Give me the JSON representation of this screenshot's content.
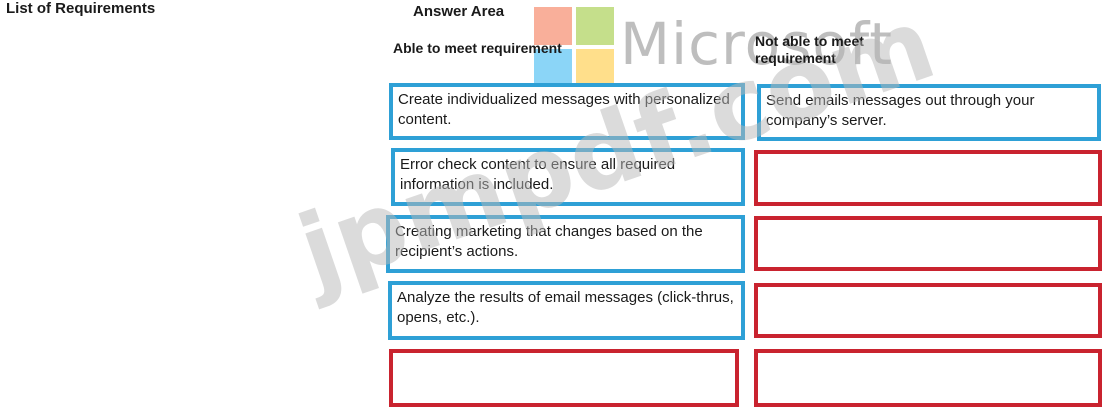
{
  "list_title": "List of Requirements",
  "answer_area": {
    "title": "Answer Area",
    "col_able": "Able to meet requirement",
    "col_not_able": "Not able to meet requirement"
  },
  "watermark": {
    "brand": "Microsoft",
    "site": "jpmpdf.com"
  },
  "able_items": [
    "Create individualized messages with personalized content.",
    "Error check content to ensure all required information is included.",
    "Creating marketing that changes based on the recipient’s actions.",
    "Analyze the results of email messages (click-thrus, opens, etc.).",
    ""
  ],
  "not_able_items": [
    "Send emails messages out through your company’s server.",
    "",
    "",
    "",
    ""
  ],
  "colors": {
    "filled_border": "#2ea0d6",
    "empty_border": "#c9232f"
  }
}
